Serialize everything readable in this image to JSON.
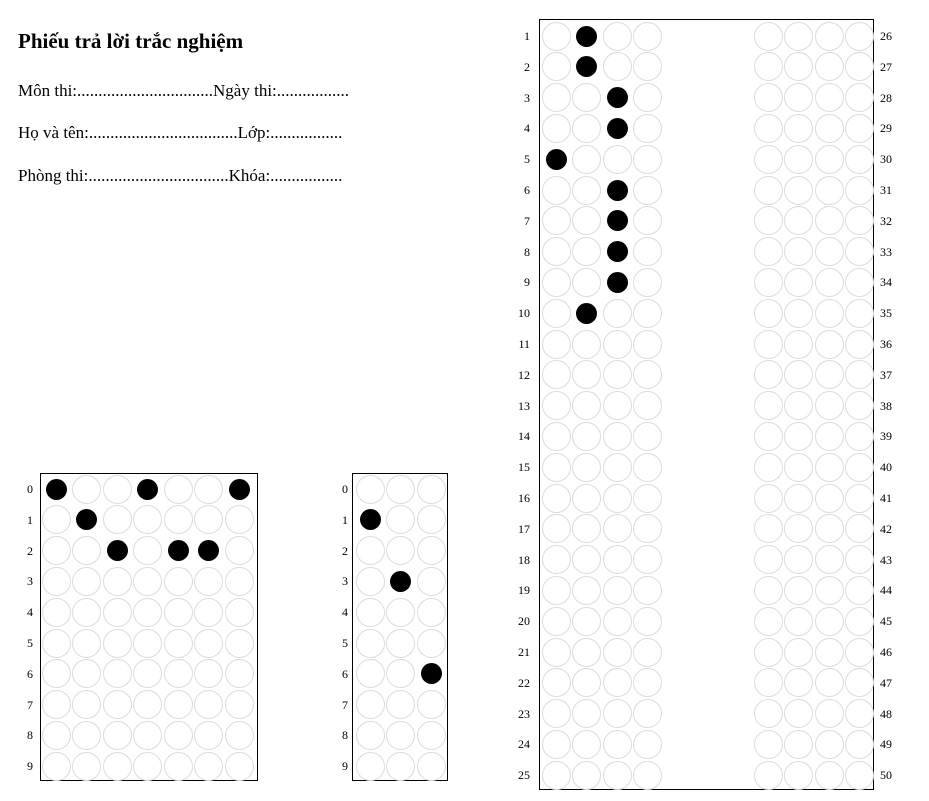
{
  "header": {
    "title": "Phiếu trả lời trắc nghiệm",
    "line1": "Môn thi:................................Ngày thi:.................",
    "line2": "Họ và tên:...................................Lớp:.................",
    "line3": "Phòng thi:.................................Khóa:................."
  },
  "digit_labels": [
    "0",
    "1",
    "2",
    "3",
    "4",
    "5",
    "6",
    "7",
    "8",
    "9"
  ],
  "sbd_grid": {
    "columns": 7,
    "marked": [
      [
        0,
        0
      ],
      [
        1,
        1
      ],
      [
        2,
        2
      ],
      [
        0,
        3
      ],
      [
        2,
        4
      ],
      [
        2,
        5
      ],
      [
        0,
        6
      ]
    ]
  },
  "ma_de_grid": {
    "columns": 3,
    "marked": [
      [
        1,
        0
      ],
      [
        3,
        1
      ],
      [
        6,
        2
      ]
    ]
  },
  "answers_left": {
    "numbers": [
      "1",
      "2",
      "3",
      "4",
      "5",
      "6",
      "7",
      "8",
      "9",
      "10",
      "11",
      "12",
      "13",
      "14",
      "15",
      "16",
      "17",
      "18",
      "19",
      "20",
      "21",
      "22",
      "23",
      "24",
      "25"
    ],
    "choices": 4,
    "marked": [
      [
        0,
        1
      ],
      [
        1,
        1
      ],
      [
        2,
        2
      ],
      [
        3,
        2
      ],
      [
        4,
        0
      ],
      [
        5,
        2
      ],
      [
        6,
        2
      ],
      [
        7,
        2
      ],
      [
        8,
        2
      ],
      [
        9,
        1
      ]
    ]
  },
  "answers_right": {
    "numbers": [
      "26",
      "27",
      "28",
      "29",
      "30",
      "31",
      "32",
      "33",
      "34",
      "35",
      "36",
      "37",
      "38",
      "39",
      "40",
      "41",
      "42",
      "43",
      "44",
      "45",
      "46",
      "47",
      "48",
      "49",
      "50"
    ],
    "choices": 4,
    "marked": []
  }
}
